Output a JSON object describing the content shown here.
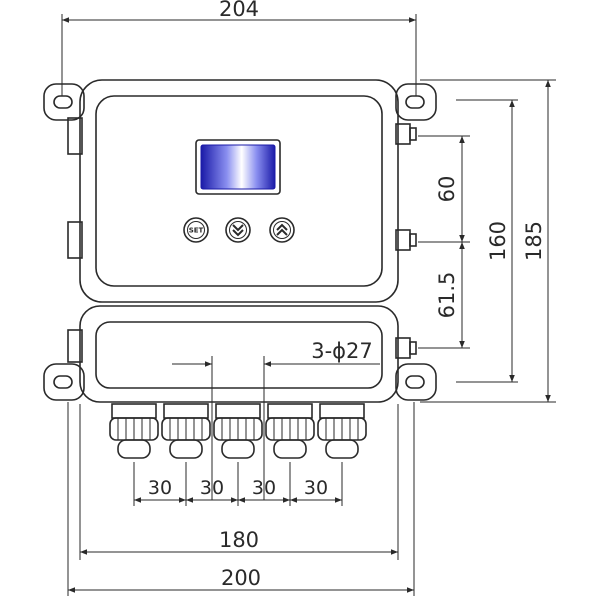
{
  "dimensions": {
    "top_width": "204",
    "right_spacing_upper": "60",
    "right_spacing_lower": "61.5",
    "right_height_inner": "160",
    "right_height_outer": "185",
    "holes_callout": "3-ϕ27",
    "gland_pitch": [
      "30",
      "30",
      "30",
      "30"
    ],
    "bottom_width_inner": "180",
    "bottom_width_outer": "200"
  },
  "controls": {
    "set_label": "SET",
    "down_icon": "chevron-double-down-icon",
    "up_icon": "chevron-double-up-icon"
  },
  "colors": {
    "line": "#2a2a2a",
    "screen_edge": "#1a1aa8",
    "screen_mid": "#8a8ff0",
    "screen_center": "#ffffff"
  }
}
